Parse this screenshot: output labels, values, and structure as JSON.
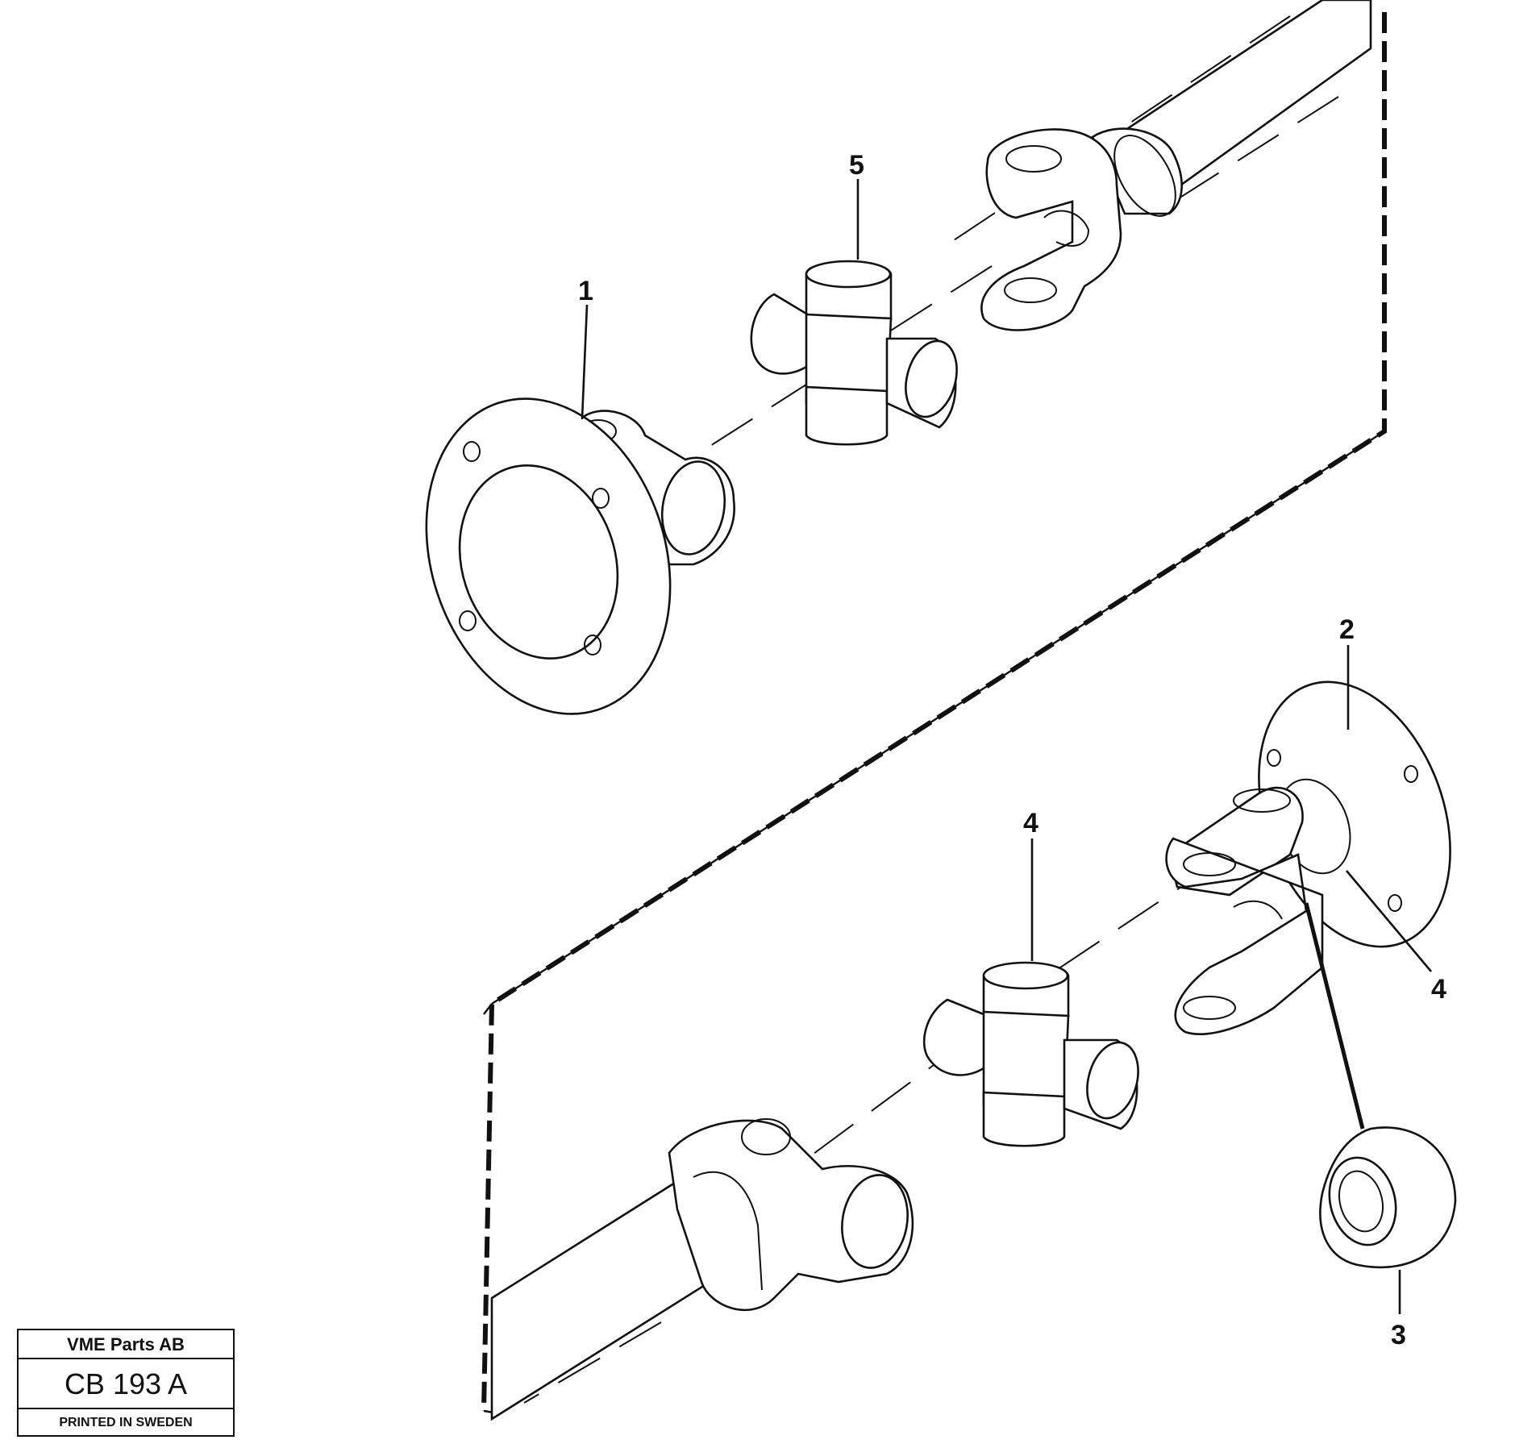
{
  "callouts": {
    "c1": "1",
    "c2": "2",
    "c3": "3",
    "c4_upper": "4",
    "c4_right": "4",
    "c5": "5"
  },
  "title_block": {
    "company": "VME Parts AB",
    "drawing_number": "CB 193 A",
    "printed": "PRINTED IN SWEDEN"
  }
}
